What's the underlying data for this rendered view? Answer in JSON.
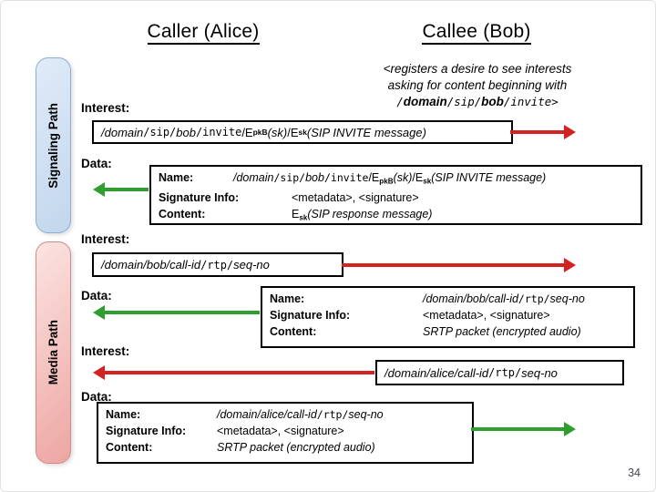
{
  "colors": {
    "red": "#d42221",
    "green": "#2e9e30",
    "sig_fill_1": "#e0ebf8",
    "sig_fill_2": "#c2d6ec",
    "sig_border": "#8fadd0",
    "media_fill_1": "#fce4e2",
    "media_fill_2": "#eda5a1",
    "media_border": "#cf8d89"
  },
  "header": {
    "caller_title": "Caller (Alice)",
    "callee_title": "Callee (Bob)",
    "page_number": "34"
  },
  "sidebar": {
    "signaling_label": "Signaling Path",
    "media_label": "Media Path"
  },
  "annotation": {
    "line1": "<registers a desire to see interests",
    "line2": "asking for content beginning with",
    "line3": [
      {
        "t": "/",
        "s": "m"
      },
      {
        "t": "domain",
        "s": "bi"
      },
      {
        "t": "/sip/",
        "s": "m"
      },
      {
        "t": "bob",
        "s": "bi"
      },
      {
        "t": "/invite>",
        "s": "m"
      }
    ]
  },
  "labels": {
    "interest": "Interest:",
    "data": "Data:",
    "name": "Name:",
    "signature_info": "Signature Info:",
    "content": "Content:"
  },
  "flows": {
    "sip_invite_interest": [
      {
        "t": "/domain",
        "s": "i"
      },
      {
        "t": "/sip/",
        "s": "m"
      },
      {
        "t": "bob",
        "s": "i"
      },
      {
        "t": "/invite",
        "s": "m"
      },
      {
        "t": "/E",
        "s": "r"
      },
      {
        "t": "pkB",
        "s": "sub"
      },
      {
        "t": "(sk)",
        "s": "i"
      },
      {
        "t": "/E",
        "s": "r"
      },
      {
        "t": "sk",
        "s": "sub"
      },
      {
        "t": "(SIP INVITE message)",
        "s": "i"
      }
    ],
    "sip_invite_data": {
      "name": [
        {
          "t": "/domain",
          "s": "i"
        },
        {
          "t": "/sip/",
          "s": "m"
        },
        {
          "t": "bob",
          "s": "i"
        },
        {
          "t": "/invite",
          "s": "m"
        },
        {
          "t": "/E",
          "s": "r"
        },
        {
          "t": "pkB",
          "s": "sub"
        },
        {
          "t": "(sk)",
          "s": "i"
        },
        {
          "t": "/E",
          "s": "r"
        },
        {
          "t": "sk",
          "s": "sub"
        },
        {
          "t": "(SIP INVITE message)",
          "s": "i"
        }
      ],
      "signature_info": [
        {
          "t": "<metadata>, <signature>",
          "s": "r"
        }
      ],
      "content": [
        {
          "t": "E",
          "s": "r"
        },
        {
          "t": "sk",
          "s": "sub"
        },
        {
          "t": "(SIP response message)",
          "s": "i"
        }
      ]
    },
    "bob_rtp_interest": [
      {
        "t": "/domain/bob/call-id",
        "s": "i"
      },
      {
        "t": "/rtp/",
        "s": "m"
      },
      {
        "t": "seq-no",
        "s": "i"
      }
    ],
    "bob_rtp_data": {
      "name": [
        {
          "t": "/domain/bob/call-id",
          "s": "i"
        },
        {
          "t": "/rtp/",
          "s": "m"
        },
        {
          "t": "seq-no",
          "s": "i"
        }
      ],
      "signature_info": [
        {
          "t": "<metadata>, <signature>",
          "s": "r"
        }
      ],
      "content": [
        {
          "t": "SRTP packet (encrypted audio)",
          "s": "i"
        }
      ]
    },
    "alice_rtp_interest": [
      {
        "t": "/domain/alice/call-id",
        "s": "i"
      },
      {
        "t": "/rtp/",
        "s": "m"
      },
      {
        "t": "seq-no",
        "s": "i"
      }
    ],
    "alice_rtp_data": {
      "name": [
        {
          "t": "/domain/alice/call-id",
          "s": "i"
        },
        {
          "t": "/rtp/",
          "s": "m"
        },
        {
          "t": "seq-no",
          "s": "i"
        }
      ],
      "signature_info": [
        {
          "t": "<metadata>, <signature>",
          "s": "r"
        }
      ],
      "content": [
        {
          "t": "SRTP packet (encrypted audio)",
          "s": "i"
        }
      ]
    }
  }
}
